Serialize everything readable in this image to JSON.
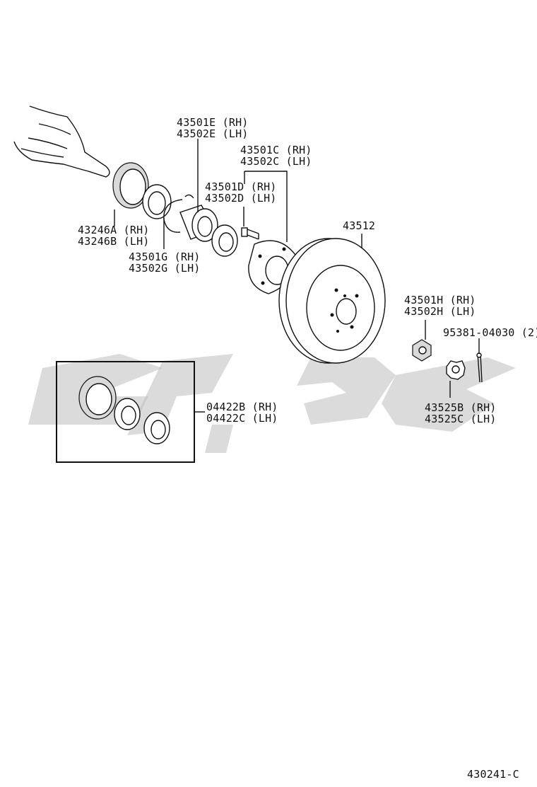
{
  "labels": {
    "p43501E": "43501E (RH)",
    "p43502E": "43502E (LH)",
    "p43501C": "43501C (RH)",
    "p43502C": "43502C (LH)",
    "p43501D": "43501D (RH)",
    "p43502D": "43502D (LH)",
    "p43512": "43512",
    "p43246A": "43246A (RH)",
    "p43246B": "43246B (LH)",
    "p43501G": "43501G (RH)",
    "p43502G": "43502G (LH)",
    "p43501H": "43501H (RH)",
    "p43502H": "43502H (LH)",
    "p95381": "95381-04030 (2)",
    "p04422B": "04422B (RH)",
    "p04422C": "04422C (LH)",
    "p43525B": "43525B (RH)",
    "p43525C": "43525C (LH)"
  },
  "figure_code": "430241-C"
}
